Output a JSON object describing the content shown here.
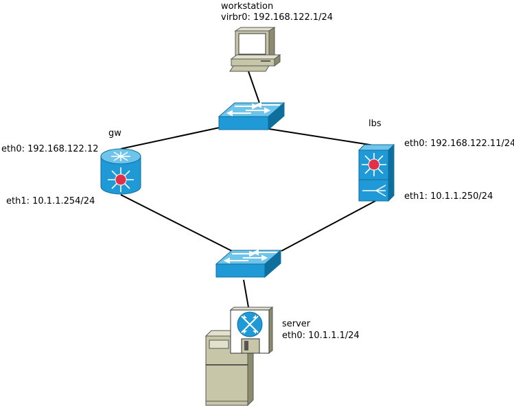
{
  "nodes": {
    "workstation": {
      "name": "workstation",
      "iface": "virbr0: 192.168.122.1/24"
    },
    "gw": {
      "name": "gw",
      "iface0": "eth0: 192.168.122.12",
      "iface1": "eth1: 10.1.1.254/24"
    },
    "lbs": {
      "name": "lbs",
      "iface0": "eth0: 192.168.122.11/24",
      "iface1": "eth1: 10.1.1.250/24"
    },
    "server": {
      "name": "server",
      "iface": "eth0: 10.1.1.1/24"
    }
  },
  "icons": {
    "workstation": "desktop-computer-icon",
    "top_switch": "network-switch-icon",
    "bottom_switch": "network-switch-icon",
    "gw": "router-icon",
    "lbs": "load-balancer-icon",
    "server": "file-server-icon"
  },
  "colors": {
    "device_blue": "#1f9ad6",
    "device_dark_blue": "#0f6f9c",
    "device_light_blue": "#6fc4ea",
    "router_red": "#e0304a",
    "beige": "#c8c6a8",
    "beige_dark": "#8d8b6e",
    "link": "#000000"
  }
}
